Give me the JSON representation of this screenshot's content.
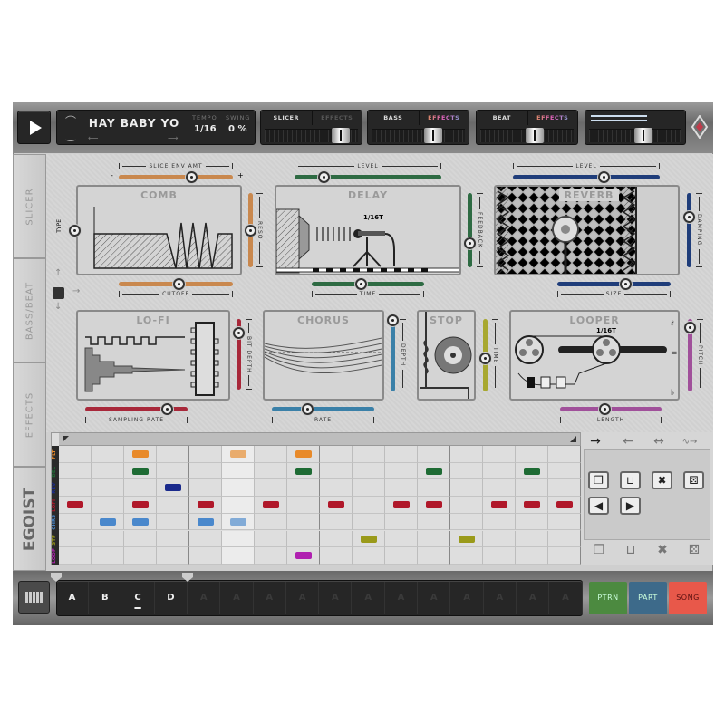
{
  "colors": {
    "flt": "#e88a2a",
    "del": "#1e6b34",
    "rev": "#1a2a8c",
    "lofi": "#b0182a",
    "chrs": "#4a88cc",
    "stp": "#9a9a1a",
    "loop": "#b020b0"
  },
  "topbar": {
    "song_name": "HAY BABY YO",
    "tempo_label": "TEMPO",
    "tempo_value": "1/16",
    "swing_label": "SWING",
    "swing_value": "0 %",
    "mixers": [
      {
        "name": "SLICER",
        "effects": "EFFECTS",
        "effects_lit": false,
        "fader": 0.8
      },
      {
        "name": "BASS",
        "effects": "EFFECTS",
        "effects_lit": true,
        "fader": 0.65
      },
      {
        "name": "BEAT",
        "effects": "EFFECTS",
        "effects_lit": true,
        "fader": 0.57
      }
    ],
    "master": {
      "fader": 0.58,
      "meter_left": 0.62,
      "meter_right": 0.62
    }
  },
  "tabs": [
    "SLICER",
    "BASS/BEAT",
    "EFFECTS",
    "EGOIST"
  ],
  "effects": {
    "comb": {
      "title": "COMB",
      "type_label": "TYPE",
      "slice_env_amt": {
        "label": "SLICE ENV AMT",
        "value": 0.64,
        "min": "-",
        "max": "+"
      },
      "reso": {
        "label": "RESO",
        "value": 0.5
      },
      "cutoff": {
        "label": "CUTOFF",
        "value": 0.53
      }
    },
    "delay": {
      "title": "DELAY",
      "time_text": "1/16T",
      "level": {
        "label": "LEVEL",
        "value": 0.2
      },
      "feedback": {
        "label": "FEEDBACK",
        "value": 0.32
      },
      "time": {
        "label": "TIME",
        "value": 0.44
      }
    },
    "reverb": {
      "title": "REVERB",
      "level": {
        "label": "LEVEL",
        "value": 0.62
      },
      "damping": {
        "label": "DAMPING",
        "value": 0.68
      },
      "size": {
        "label": "SIZE",
        "value": 0.6
      }
    },
    "lofi": {
      "title": "LO-FI",
      "bit_depth": {
        "label": "BIT DEPTH",
        "value": 0.8
      },
      "sampling_rate": {
        "label": "SAMPLING RATE",
        "value": 0.8
      }
    },
    "chorus": {
      "title": "CHORUS",
      "depth": {
        "label": "DEPTH",
        "value": 0.98
      },
      "rate": {
        "label": "RATE",
        "value": 0.35
      }
    },
    "stop": {
      "title": "STOP",
      "time": {
        "label": "TIME",
        "value": 0.46
      }
    },
    "looper": {
      "title": "LOOPER",
      "time_text": "1/16T",
      "pitch": {
        "label": "PITCH",
        "value": 0.88
      },
      "length": {
        "label": "LENGTH",
        "value": 0.44
      }
    }
  },
  "sequencer": {
    "rows": [
      {
        "label": "FLT",
        "color": "#e88a2a"
      },
      {
        "label": "DEL",
        "color": "#1e6b34"
      },
      {
        "label": "REV",
        "color": "#1a2a8c"
      },
      {
        "label": "LOFI",
        "color": "#b0182a"
      },
      {
        "label": "CHRS",
        "color": "#4a88cc"
      },
      {
        "label": "STP",
        "color": "#9a9a1a"
      },
      {
        "label": "LOOP",
        "color": "#b020b0"
      }
    ],
    "steps": 16,
    "playhead_step": 5,
    "notes": [
      [
        0,
        2
      ],
      [
        0,
        5
      ],
      [
        0,
        7
      ],
      [
        1,
        2
      ],
      [
        1,
        7
      ],
      [
        1,
        11
      ],
      [
        1,
        14
      ],
      [
        2,
        3
      ],
      [
        3,
        0
      ],
      [
        3,
        2
      ],
      [
        3,
        4
      ],
      [
        3,
        6
      ],
      [
        3,
        8
      ],
      [
        3,
        10
      ],
      [
        3,
        11
      ],
      [
        3,
        13
      ],
      [
        3,
        14
      ],
      [
        3,
        15
      ],
      [
        4,
        1
      ],
      [
        4,
        2
      ],
      [
        4,
        4
      ],
      [
        4,
        5
      ],
      [
        5,
        9
      ],
      [
        5,
        12
      ],
      [
        6,
        7
      ]
    ]
  },
  "patterns": {
    "slots": [
      "A",
      "B",
      "C",
      "D",
      "A",
      "A",
      "A",
      "A",
      "A",
      "A",
      "A",
      "A",
      "A",
      "A",
      "A",
      "A"
    ],
    "active_count": 4,
    "selected": "C"
  },
  "modes": [
    {
      "label": "PTRN",
      "color": "#4c8a40"
    },
    {
      "label": "PART",
      "color": "#3d6a8a"
    },
    {
      "label": "SONG",
      "color": "#e8584a"
    }
  ]
}
